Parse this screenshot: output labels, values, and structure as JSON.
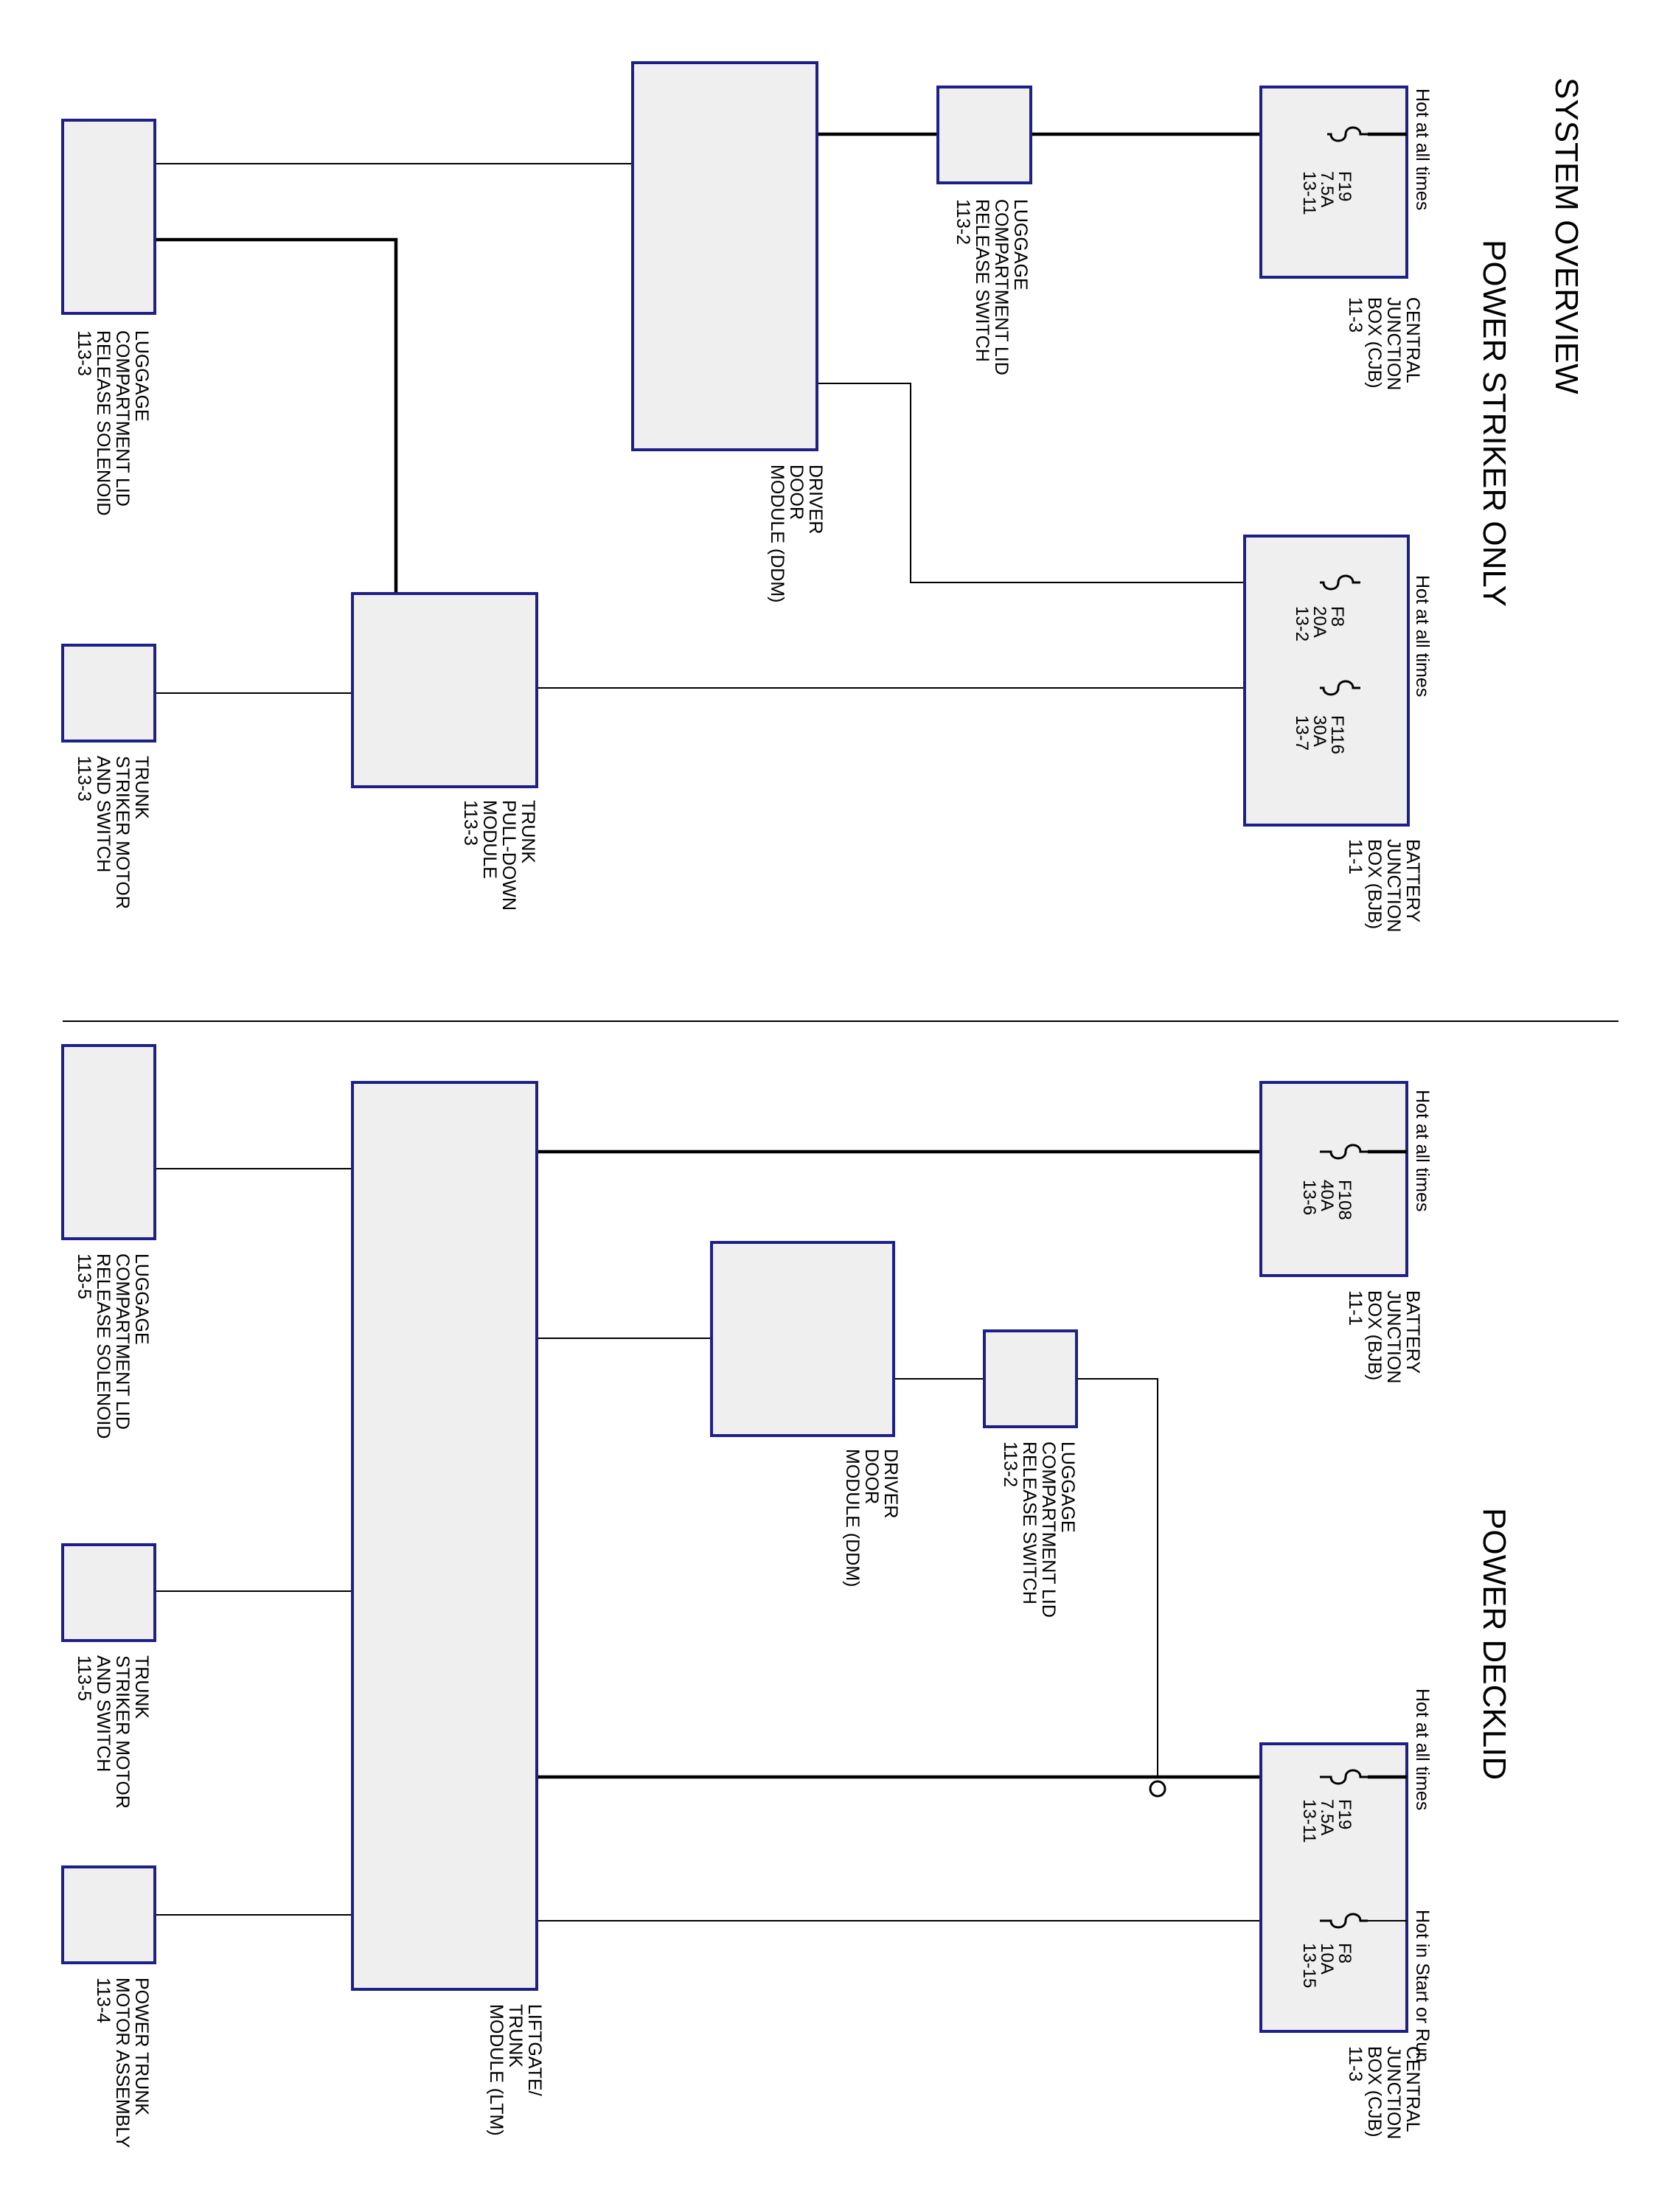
{
  "title": "SYSTEM OVERVIEW",
  "striker": {
    "heading": "POWER STRIKER ONLY",
    "cjb": {
      "lines": [
        "CENTRAL",
        "JUNCTION",
        "BOX (CJB)",
        "11-3"
      ],
      "hot": "Hot at all times",
      "fuse": [
        "F19",
        "7.5A",
        "13-11"
      ]
    },
    "bjb": {
      "lines": [
        "BATTERY",
        "JUNCTION",
        "BOX (BJB)",
        "11-1"
      ],
      "hot": "Hot at all times",
      "fuse_a": [
        "F8",
        "20A",
        "13-2"
      ],
      "fuse_b": [
        "F116",
        "30A",
        "13-7"
      ]
    },
    "switch": {
      "lines": [
        "LUGGAGE",
        "COMPARTMENT LID",
        "RELEASE SWITCH",
        "113-2"
      ]
    },
    "ddm": {
      "lines": [
        "DRIVER",
        "DOOR",
        "MODULE (DDM)"
      ]
    },
    "solenoid": {
      "lines": [
        "LUGGAGE",
        "COMPARTMENT LID",
        "RELEASE SOLENOID",
        "113-3"
      ]
    },
    "pulldown": {
      "lines": [
        "TRUNK",
        "PULL-DOWN",
        "MODULE",
        "113-3"
      ]
    },
    "motor": {
      "lines": [
        "TRUNK",
        "STRIKER MOTOR",
        "AND SWITCH",
        "113-3"
      ]
    }
  },
  "decklid": {
    "heading": "POWER DECKLID",
    "bjb": {
      "lines": [
        "BATTERY",
        "JUNCTION",
        "BOX (BJB)",
        "11-1"
      ],
      "hot": "Hot at all times",
      "fuse": [
        "F108",
        "40A",
        "13-6"
      ]
    },
    "cjb": {
      "lines": [
        "CENTRAL",
        "JUNCTION",
        "BOX (CJB)",
        "11-3"
      ],
      "hot_a": "Hot at all times",
      "hot_b": "Hot in Start or Run",
      "fuse_a": [
        "F19",
        "7.5A",
        "13-11"
      ],
      "fuse_b": [
        "F8",
        "10A",
        "13-15"
      ]
    },
    "ddm": {
      "lines": [
        "DRIVER",
        "DOOR",
        "MODULE (DDM)"
      ]
    },
    "switch": {
      "lines": [
        "LUGGAGE",
        "COMPARTMENT LID",
        "RELEASE SWITCH",
        "113-2"
      ]
    },
    "ltm": {
      "lines": [
        "LIFTGATE/",
        "TRUNK",
        "MODULE (LTM)"
      ]
    },
    "solenoid": {
      "lines": [
        "LUGGAGE",
        "COMPARTMENT LID",
        "RELEASE SOLENOID",
        "113-5"
      ]
    },
    "motor": {
      "lines": [
        "TRUNK",
        "STRIKER MOTOR",
        "AND SWITCH",
        "113-5"
      ]
    },
    "trunk_motor": {
      "lines": [
        "POWER TRUNK",
        "MOTOR ASSEMBLY",
        "113-4"
      ]
    }
  }
}
